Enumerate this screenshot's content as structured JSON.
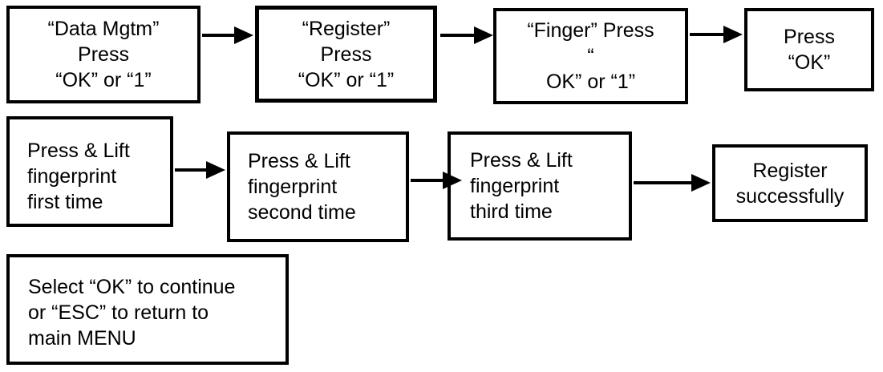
{
  "diagram": {
    "title": "fingerprint-registration-flowchart",
    "colors": {
      "border": "#000000",
      "background": "#ffffff",
      "text": "#000000"
    },
    "boxes": [
      {
        "id": "data-mgtm",
        "lines": [
          "“Data Mgtm”",
          "Press",
          "“OK” or “1”"
        ]
      },
      {
        "id": "register",
        "lines": [
          "“Register”",
          "Press",
          "“OK” or “1”"
        ]
      },
      {
        "id": "finger",
        "lines": [
          "“Finger” Press",
          "“",
          "OK” or “1”"
        ]
      },
      {
        "id": "press-ok",
        "lines": [
          "Press",
          "“OK”"
        ]
      },
      {
        "id": "first-time",
        "lines": [
          "Press & Lift",
          "fingerprint",
          "first time"
        ]
      },
      {
        "id": "second-time",
        "lines": [
          "Press & Lift",
          "fingerprint",
          "second time"
        ]
      },
      {
        "id": "third-time",
        "lines": [
          "Press & Lift",
          "fingerprint",
          "third time"
        ]
      },
      {
        "id": "register-success",
        "lines": [
          "Register",
          "successfully"
        ]
      },
      {
        "id": "select-ok-esc",
        "lines": [
          "Select “OK” to continue",
          "or “ESC” to return to",
          "main MENU"
        ]
      }
    ],
    "arrows": [
      {
        "from": "data-mgtm",
        "to": "register"
      },
      {
        "from": "register",
        "to": "finger"
      },
      {
        "from": "finger",
        "to": "press-ok"
      },
      {
        "from": "first-time",
        "to": "second-time"
      },
      {
        "from": "second-time",
        "to": "third-time"
      },
      {
        "from": "third-time",
        "to": "register-success"
      }
    ]
  }
}
